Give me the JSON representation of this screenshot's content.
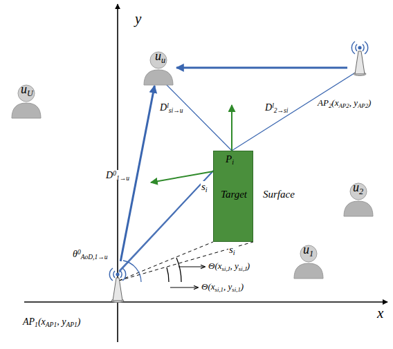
{
  "diagram": {
    "nodes": [
      {
        "text": [
          "uu"
        ]
      },
      {
        "text": [
          "AP2(xAP2, yAP2)"
        ]
      },
      {
        "text": [
          "uU"
        ]
      },
      {
        "text": [
          "u2"
        ]
      },
      {
        "text": [
          "Target",
          "Surface"
        ]
      },
      {
        "text": [
          "u1"
        ]
      },
      {
        "text": [
          "AP1(xAP1, yAP1)"
        ]
      }
    ],
    "edges": [
      {
        "from": 1,
        "to": 0,
        "arrow": "to"
      },
      {
        "from": 6,
        "to": 0,
        "arrow": "to"
      }
    ],
    "labels": [
      "y",
      "x",
      "Dlsi→u",
      "Dl2→si",
      "D01→u",
      "θ0AoD,1→u",
      "Pi",
      "si",
      "si",
      "Θ(xsi,J, ysi,J)",
      "Θ(xsi,1, ysi,1)"
    ]
  }
}
